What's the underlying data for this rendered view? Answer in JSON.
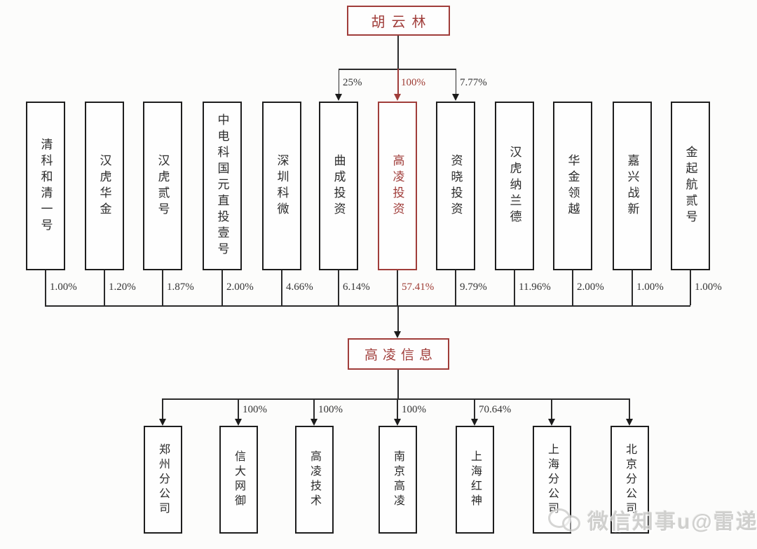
{
  "colors": {
    "accent_red": "#a03d3a",
    "pct_red": "#9e3c34",
    "line_black": "#2b2b2b"
  },
  "root": {
    "label": "胡云林"
  },
  "top_stakes": [
    {
      "pct": "25%",
      "target": "曲成投资",
      "highlight": false
    },
    {
      "pct": "100%",
      "target": "高凌投资",
      "highlight": true
    },
    {
      "pct": "7.77%",
      "target": "资晓投资",
      "highlight": false
    }
  ],
  "shareholders": [
    {
      "name": "清科和清一号",
      "pct": "1.00%",
      "highlight": false
    },
    {
      "name": "汉虎华金",
      "pct": "1.20%",
      "highlight": false
    },
    {
      "name": "汉虎贰号",
      "pct": "1.87%",
      "highlight": false
    },
    {
      "name": "中电科国元直投壹号",
      "pct": "2.00%",
      "highlight": false
    },
    {
      "name": "深圳科微",
      "pct": "4.66%",
      "highlight": false
    },
    {
      "name": "曲成投资",
      "pct": "6.14%",
      "highlight": false
    },
    {
      "name": "高凌投资",
      "pct": "57.41%",
      "highlight": true
    },
    {
      "name": "资晓投资",
      "pct": "9.79%",
      "highlight": false
    },
    {
      "name": "汉虎纳兰德",
      "pct": "11.96%",
      "highlight": false
    },
    {
      "name": "华金领越",
      "pct": "2.00%",
      "highlight": false
    },
    {
      "name": "嘉兴战新",
      "pct": "1.00%",
      "highlight": false
    },
    {
      "name": "金起航贰号",
      "pct": "1.00%",
      "highlight": false
    }
  ],
  "company": {
    "label": "高凌信息"
  },
  "subsidiaries": [
    {
      "name": "郑州分公司",
      "pct": ""
    },
    {
      "name": "信大网御",
      "pct": "100%"
    },
    {
      "name": "高凌技术",
      "pct": "100%"
    },
    {
      "name": "南京高凌",
      "pct": "100%"
    },
    {
      "name": "上海红神",
      "pct": "70.64%"
    },
    {
      "name": "上海分公司",
      "pct": ""
    },
    {
      "name": "北京分公司",
      "pct": ""
    }
  ],
  "watermark": {
    "text": "微信知事u@雷递"
  }
}
